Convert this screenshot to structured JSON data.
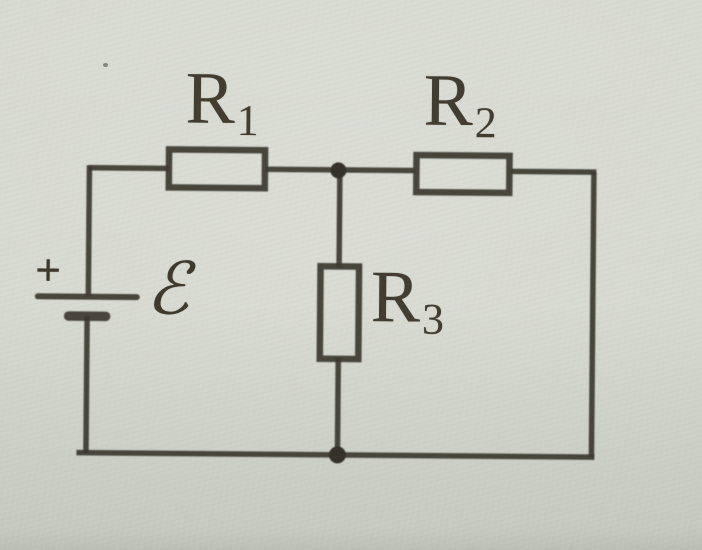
{
  "circuit": {
    "resistor_labels": [
      {
        "base": "R",
        "sub": "1"
      },
      {
        "base": "R",
        "sub": "2"
      },
      {
        "base": "R",
        "sub": "3"
      }
    ],
    "emf_label": "ℰ",
    "polarity_label": "+",
    "topology": {
      "battery_branch": "left vertical branch, + on upper long plate",
      "r1_position": "top wire, left of center junction",
      "r2_position": "top wire, right of center junction",
      "r3_position": "middle vertical branch between junctions",
      "junction_nodes": 2
    },
    "colors": {
      "paper": "#d4d7cd",
      "ink": "#3c3931",
      "label_ink": "#423d30"
    }
  }
}
